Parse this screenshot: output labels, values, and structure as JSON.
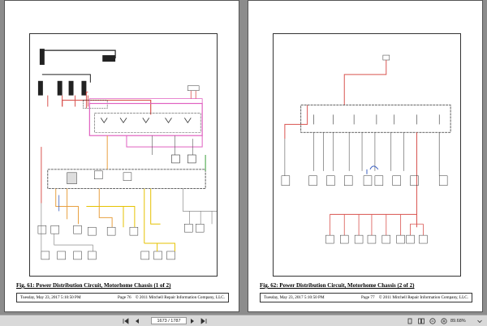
{
  "left_page": {
    "caption": "Fig. 61: Power Distribution Circuit, Motorhome Chassis (1 of 2)",
    "footer_date": "Tuesday, May 23, 2017 5:10:50 PM",
    "footer_page": "Page 76",
    "footer_copyright": "© 2011 Mitchell Repair Information Company, LLC."
  },
  "right_page": {
    "caption": "Fig. 62: Power Distribution Circuit, Motorhome Chassis (2 of 2)",
    "footer_date": "Tuesday, May 23, 2017 5:10:50 PM",
    "footer_page": "Page 77",
    "footer_copyright": "© 2011 Mitchell Repair Information Company, LLC."
  },
  "toolbar": {
    "page_indicator": "1673 / 1787",
    "zoom": "89.68%"
  },
  "colors": {
    "wire_red": "#d9534f",
    "wire_pink": "#e060c0",
    "wire_orange": "#e8a040",
    "wire_yellow": "#e6c200",
    "wire_green": "#3aa03a",
    "wire_blue": "#3a5fc0",
    "wire_gray": "#777777"
  }
}
